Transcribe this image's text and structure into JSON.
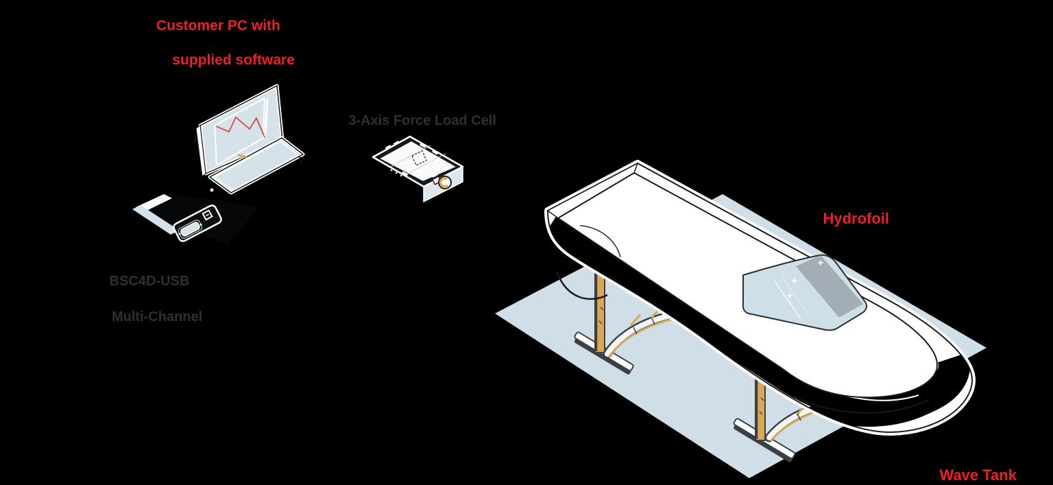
{
  "title": "Hydrofoil wave tank measurement setup diagram",
  "background_color": "#000000",
  "labels": {
    "customer_pc": {
      "line1": "Customer PC with",
      "line2": "supplied software",
      "color": "#ec2127"
    },
    "load_cell": {
      "text": "3-Axis Force Load Cell",
      "color": "#332e30"
    },
    "daq": {
      "line1": "BSC4D-USB",
      "line2": "Multi-Channel",
      "color": "#332e30"
    },
    "hydrofoil": {
      "text": "Hydrofoil",
      "color": "#ec2127"
    },
    "wave_tank": {
      "text": "Wave Tank",
      "color": "#ec2127"
    }
  },
  "colors": {
    "label_red": "#ec2127",
    "label_dark": "#332e30",
    "panel_blue": "#d5e2e9",
    "tank_blue": "#cfdee7",
    "strut_tan": "#d8a952",
    "outline_dark": "#3a4045",
    "trace_red": "#d9534e",
    "windshield_gray": "#9aa5ac",
    "connector_yellow": "#e8a33d",
    "hull_black": "#000000",
    "white": "#ffffff"
  },
  "illustration_parts": {
    "laptop": "laptop-with-signal-trace-on-screen",
    "daq_box": "bsc4d-usb-multichannel-interface-box",
    "load_cell": "3-axis-force-load-cell-plate",
    "wave_tank": "wave-tank-water-surface",
    "boat": "hydrofoil-boat-on-support-struts"
  }
}
